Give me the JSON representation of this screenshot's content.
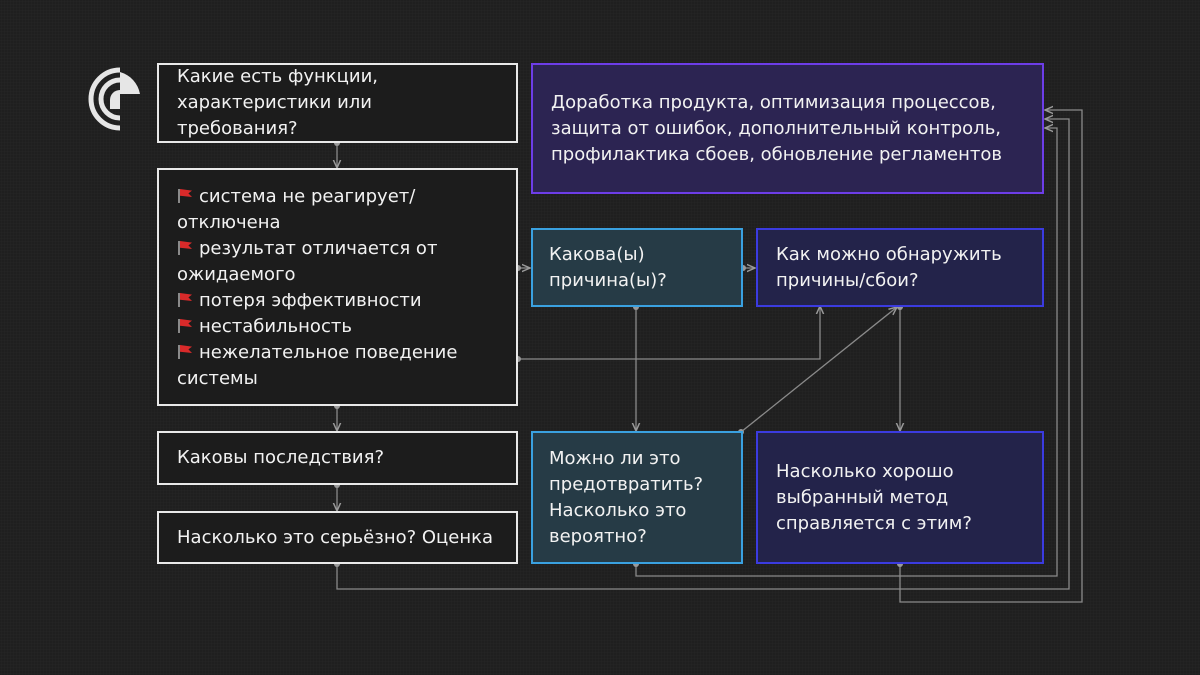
{
  "logo": {
    "icon": "company-logo-icon"
  },
  "left": {
    "functions": "Какие есть функции, характеристики или требования?",
    "symptoms": [
      "система не реагирует/ отключена",
      "результат отличается от ожидаемого",
      "потеря эффективности",
      "нестабильность",
      "нежелательное поведение системы"
    ],
    "consequences": "Каковы последствия?",
    "severity": "Насколько это серьёзно? Оценка"
  },
  "middle": {
    "cause": "Какова(ы) причина(ы)?",
    "prevent": "Можно ли это предотвратить? Насколько это вероятно?"
  },
  "right": {
    "improve": "Доработка продукта, оптимизация процессов, защита от ошибок, дополнительный контроль, профилактика сбоев, обновление регламентов",
    "detect": "Как можно обнаружить причины/сбои?",
    "method": "Насколько хорошо выбранный метод справляется с этим?"
  },
  "colors": {
    "accent_cyan": "#3aa1e0",
    "accent_blue": "#3b3be0",
    "accent_purple": "#6d3de8",
    "flag_red": "#d92a2a",
    "connector_gray": "#8a8a8a"
  }
}
